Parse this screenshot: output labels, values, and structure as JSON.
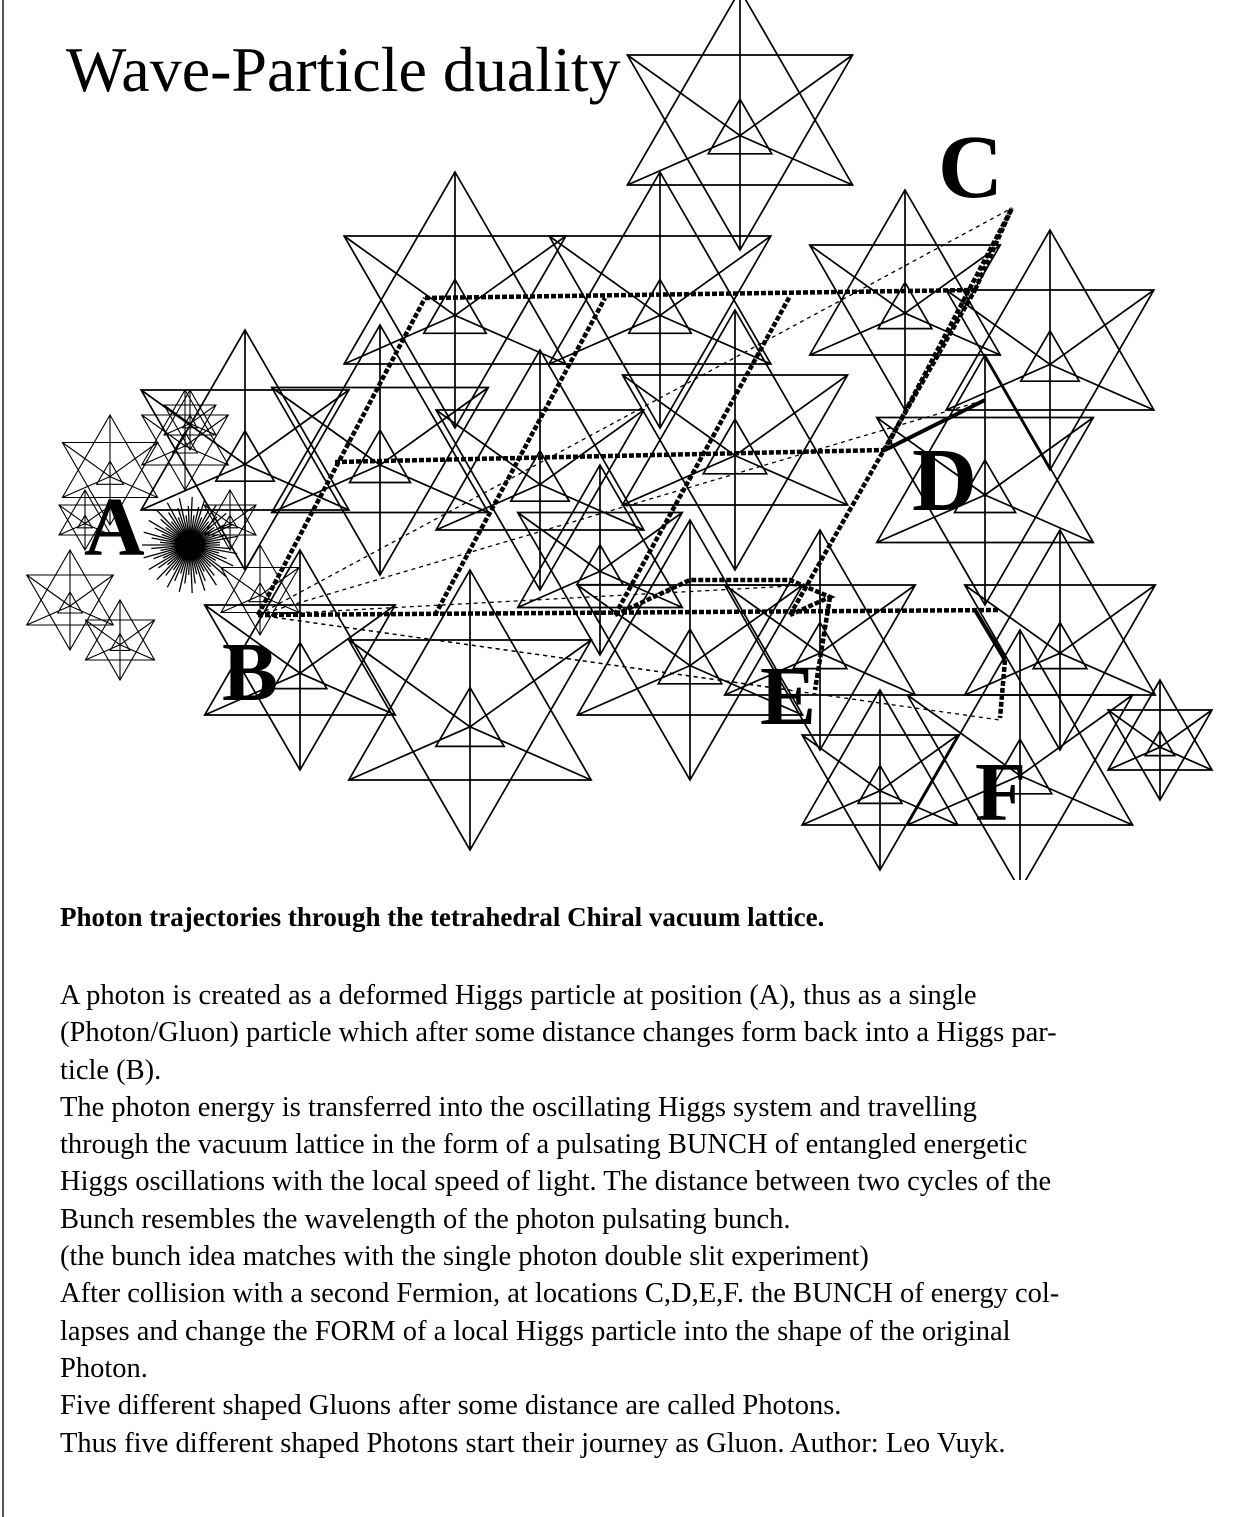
{
  "title": "Wave-Particle duality",
  "labels": {
    "A": "A",
    "B": "B",
    "C": "C",
    "D": "D",
    "E": "E",
    "F": "F"
  },
  "caption": "Photon trajectories through the tetrahedral Chiral vacuum lattice.",
  "paragraph": [
    "A photon is created as a deformed Higgs particle at position (A), thus as a single",
    "(Photon/Gluon) particle which after some distance changes form back into a Higgs par-",
    "ticle (B).",
    "The photon energy is transferred into the oscillating Higgs system and travelling",
    "through the vacuum lattice in the form of a pulsating BUNCH of entangled energetic",
    "Higgs oscillations with the local speed of light. The distance between two cycles of the",
    "Bunch resembles the wavelength of the photon pulsating bunch.",
    "(the bunch idea matches with  the single photon double slit experiment)",
    "After collision with a second Fermion, at locations C,D,E,F. the BUNCH of energy col-",
    "lapses and change the FORM of a local Higgs particle into the shape of the original",
    "Photon.",
    "Five different shaped Gluons after some distance are called Photons.",
    "Thus five different shaped Photons start their journey as Gluon. Author: Leo Vuyk."
  ]
}
